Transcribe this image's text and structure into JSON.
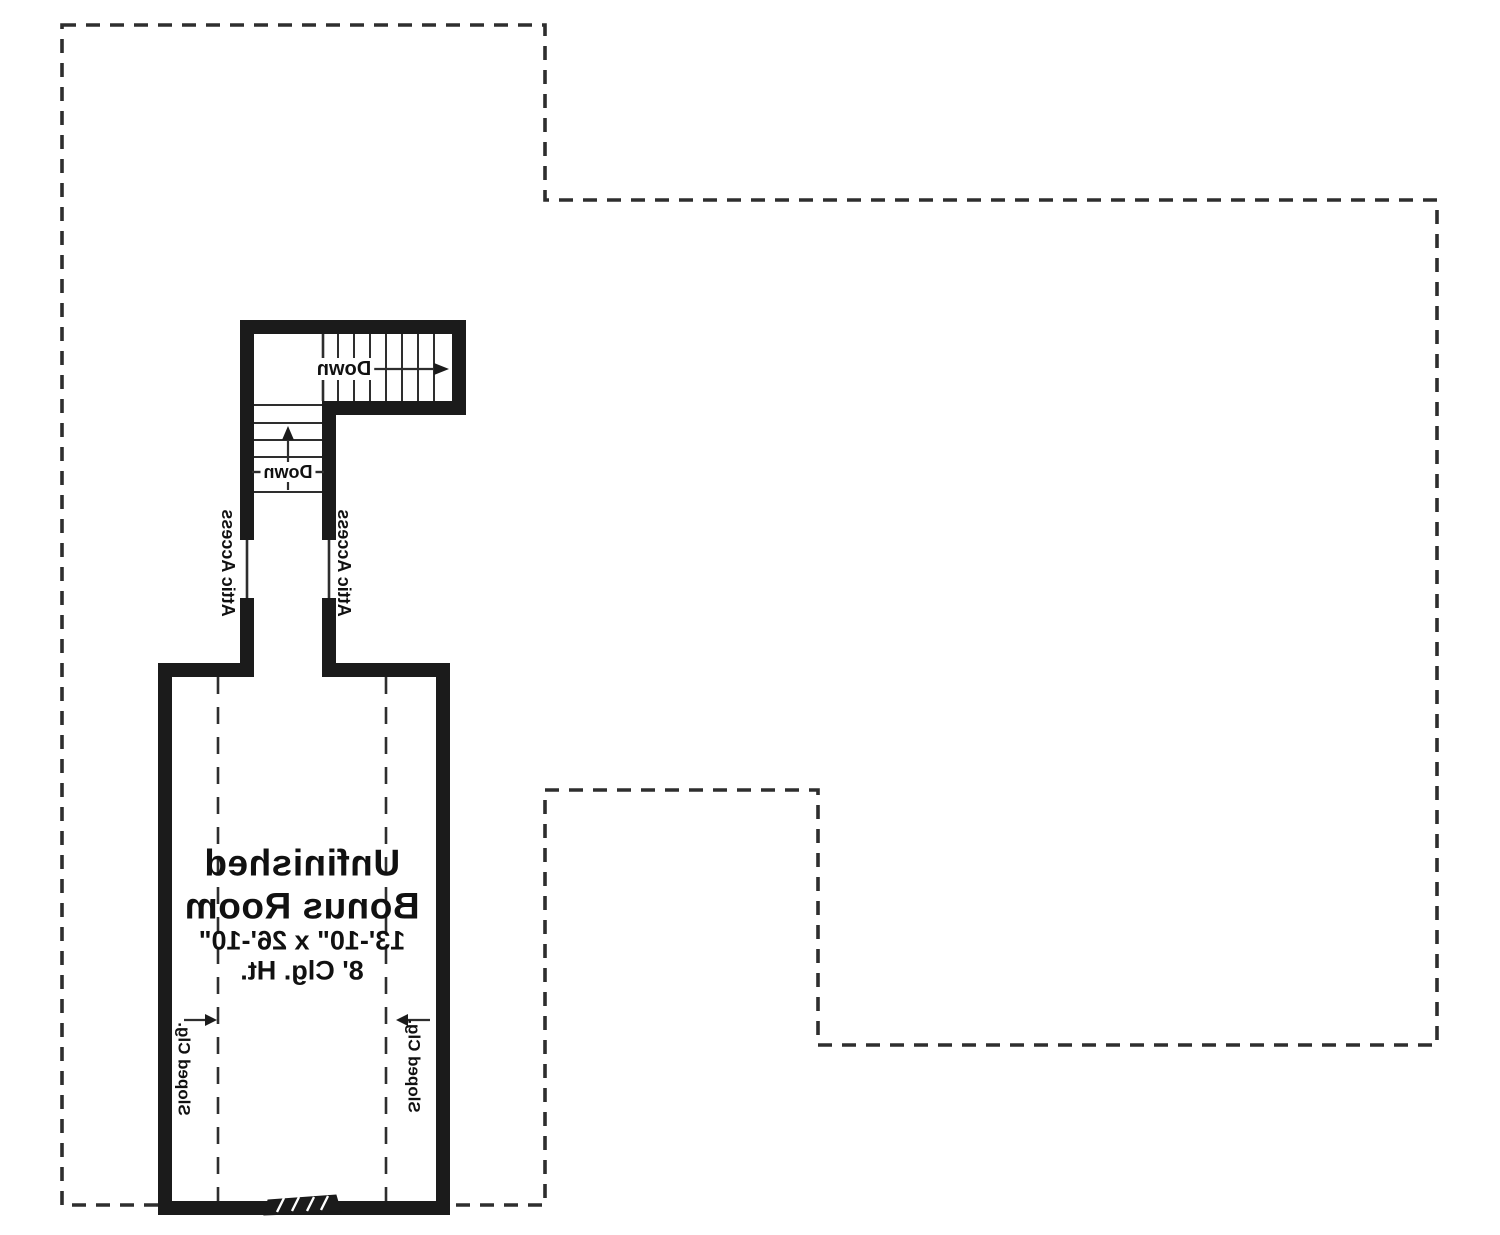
{
  "plan": {
    "room": {
      "name_line1": "Unfinished",
      "name_line2": "Bonus Room",
      "dimensions": "13'-10\" x 26'-10\"",
      "ceiling_height": "8' Clg. Ht."
    },
    "stairs": {
      "upper_label": "Down",
      "lower_label": "Down"
    },
    "attic": {
      "left_label": "Attic Access",
      "right_label": "Attic Access"
    },
    "sloped": {
      "left_label": "Sloped Clg.",
      "right_label": "Sloped Clg."
    },
    "colors": {
      "wall": "#1b1b1b",
      "line": "#2e2e2e",
      "text": "#111111",
      "bg": "#ffffff"
    }
  }
}
